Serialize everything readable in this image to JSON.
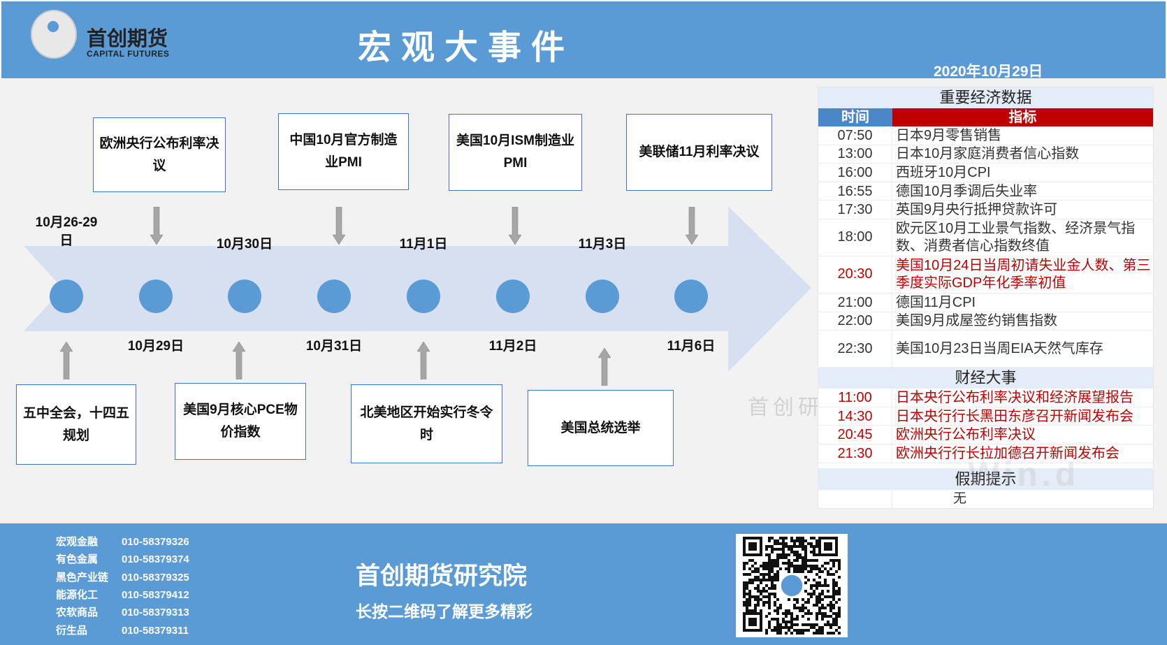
{
  "header": {
    "logo_cn": "首创期货",
    "logo_en": "CAPITAL FUTURES",
    "title": "宏观大事件",
    "date": "2020年10月29日"
  },
  "timeline": {
    "top_dates": [
      "10月26-29日",
      "10月30日",
      "11月1日",
      "11月3日"
    ],
    "bottom_dates": [
      "10月29日",
      "10月31日",
      "11月2日",
      "11月6日"
    ],
    "top_events": [
      "欧洲央行公布利率决议",
      "中国10月官方制造业PMI",
      "美国10月ISM制造业PMI",
      "美联储11月利率决议"
    ],
    "bottom_events": [
      "五中全会，十四五规划",
      "美国9月核心PCE物价指数",
      "北美地区开始实行冬令时",
      "美国总统选举"
    ]
  },
  "table": {
    "title": "重要经济数据",
    "col_time": "时间",
    "col_indicator": "指标",
    "rows": [
      {
        "time": "07:50",
        "text": "日本9月零售销售"
      },
      {
        "time": "13:00",
        "text": "日本10月家庭消费者信心指数"
      },
      {
        "time": "16:00",
        "text": "西班牙10月CPI"
      },
      {
        "time": "16:55",
        "text": "德国10月季调后失业率"
      },
      {
        "time": "17:30",
        "text": "英国9月央行抵押贷款许可"
      },
      {
        "time": "18:00",
        "text": "欧元区10月工业景气指数、经济景气指数、消费者信心指数终值"
      },
      {
        "time": "20:30",
        "text": "美国10月24日当周初请失业金人数、第三季度实际GDP年化季率初值"
      },
      {
        "time": "21:00",
        "text": "德国11月CPI"
      },
      {
        "time": "22:00",
        "text": "美国9月成屋签约销售指数"
      },
      {
        "time": "22:30",
        "text": "美国10月23日当周EIA天然气库存"
      }
    ],
    "events_title": "财经大事",
    "events": [
      {
        "time": "11:00",
        "text": "日本央行公布利率决议和经济展望报告"
      },
      {
        "time": "14:30",
        "text": "日本央行行长黑田东彦召开新闻发布会"
      },
      {
        "time": "20:45",
        "text": "欧洲央行公布利率决议"
      },
      {
        "time": "21:30",
        "text": "欧洲央行行长拉加德召开新闻发布会"
      }
    ],
    "holiday_title": "假期提示",
    "holiday_value": "无"
  },
  "watermarks": {
    "cn": "首创研",
    "wind": "Win.d"
  },
  "footer": {
    "contacts": [
      {
        "label": "宏观金融",
        "phone": "010-58379326"
      },
      {
        "label": "有色金属",
        "phone": "010-58379374"
      },
      {
        "label": "黑色产业链",
        "phone": "010-58379325"
      },
      {
        "label": "能源化工",
        "phone": "010-58379412"
      },
      {
        "label": "农软商品",
        "phone": "010-58379313"
      },
      {
        "label": "衍生品",
        "phone": "010-58379311"
      }
    ],
    "institute": "首创期货研究院",
    "subtitle": "长按二维码了解更多精彩"
  },
  "colors": {
    "brand": "#5B9BD5",
    "red": "#C00000",
    "arrow": "#D6E0F0"
  }
}
